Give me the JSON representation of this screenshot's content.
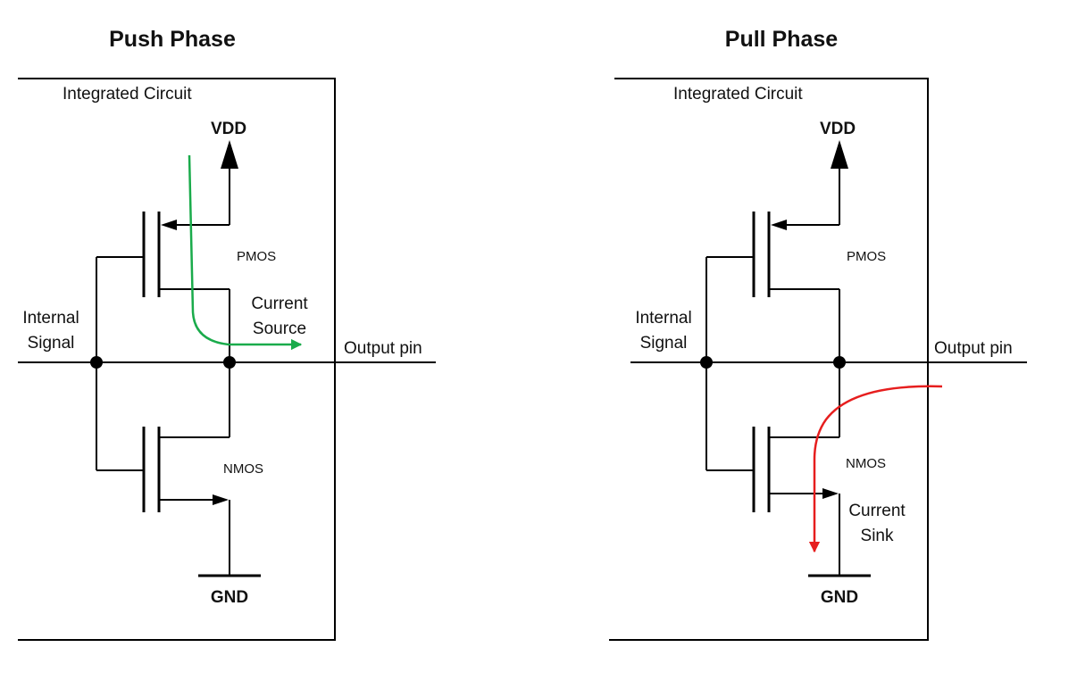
{
  "colors": {
    "wire": "#000000",
    "source_current_arrow": "#1aab4b",
    "sink_current_arrow": "#e61e1e",
    "background": "#ffffff"
  },
  "panels": [
    {
      "title": "Push Phase",
      "ic_label": "Integrated Circuit",
      "vdd_label": "VDD",
      "gnd_label": "GND",
      "pmos_label": "PMOS",
      "nmos_label": "NMOS",
      "input_label_line1": "Internal",
      "input_label_line2": "Signal",
      "output_label": "Output pin",
      "current_label_line1": "Current",
      "current_label_line2": "Source"
    },
    {
      "title": "Pull Phase",
      "ic_label": "Integrated Circuit",
      "vdd_label": "VDD",
      "gnd_label": "GND",
      "pmos_label": "PMOS",
      "nmos_label": "NMOS",
      "input_label_line1": "Internal",
      "input_label_line2": "Signal",
      "output_label": "Output pin",
      "current_label_line1": "Current",
      "current_label_line2": "Sink"
    }
  ]
}
